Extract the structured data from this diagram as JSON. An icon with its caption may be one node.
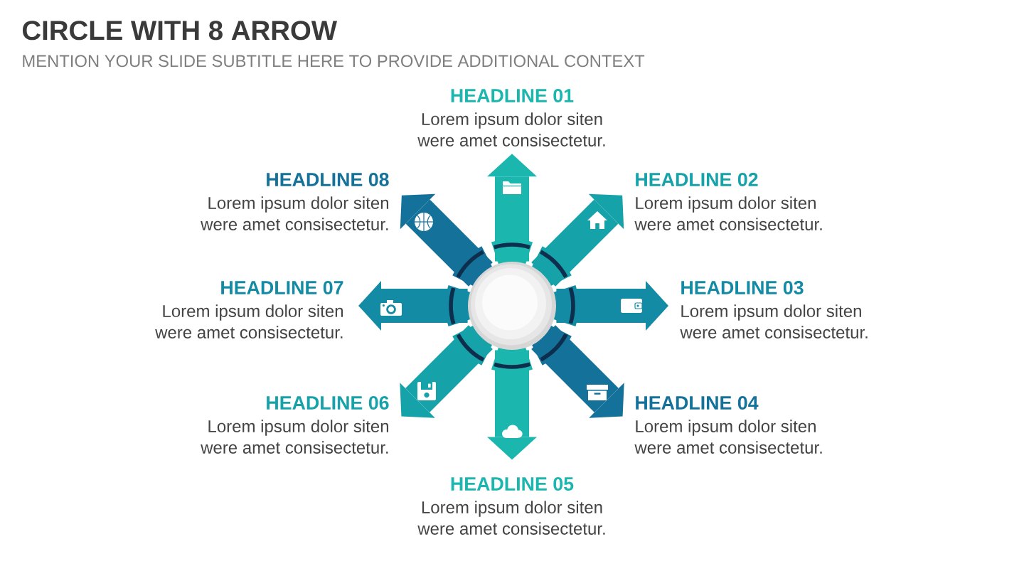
{
  "diagram": {
    "title": "CIRCLE WITH 8 ARROW",
    "nodes": [
      {
        "text": [],
        "shape": "circle"
      },
      {
        "text": [
          "HEADLINE 01",
          "Lorem ipsum dolor siten were amet consisectetur."
        ]
      },
      {
        "text": [
          "HEADLINE 02",
          "Lorem ipsum dolor siten were amet consisectetur."
        ]
      },
      {
        "text": [
          "HEADLINE 03",
          "Lorem ipsum dolor siten were amet consisectetur."
        ]
      },
      {
        "text": [
          "HEADLINE 04",
          "Lorem ipsum dolor siten were amet consisectetur."
        ]
      },
      {
        "text": [
          "HEADLINE 05",
          "Lorem ipsum dolor siten were amet consisectetur."
        ]
      },
      {
        "text": [
          "HEADLINE 06",
          "Lorem ipsum dolor siten were amet consisectetur."
        ]
      },
      {
        "text": [
          "HEADLINE 07",
          "Lorem ipsum dolor siten were amet consisectetur."
        ]
      },
      {
        "text": [
          "HEADLINE 08",
          "Lorem ipsum dolor siten were amet consisectetur."
        ]
      }
    ],
    "edges": [
      {
        "from": 0,
        "to": 1,
        "arrow": "to",
        "color": "#1bb6ad"
      },
      {
        "from": 0,
        "to": 2,
        "arrow": "to",
        "color": "#16a2a9"
      },
      {
        "from": 0,
        "to": 3,
        "arrow": "to",
        "color": "#138ba5"
      },
      {
        "from": 0,
        "to": 4,
        "arrow": "to",
        "color": "#14729a"
      },
      {
        "from": 0,
        "to": 5,
        "arrow": "to",
        "color": "#1bb6ad"
      },
      {
        "from": 0,
        "to": 6,
        "arrow": "to",
        "color": "#16a2a9"
      },
      {
        "from": 0,
        "to": 7,
        "arrow": "to",
        "color": "#138ba5"
      },
      {
        "from": 0,
        "to": 8,
        "arrow": "to",
        "color": "#14729a"
      }
    ],
    "labels": [
      "MENTION YOUR SLIDE SUBTITLE HERE TO PROVIDE ADDITIONAL CONTEXT"
    ]
  }
}
